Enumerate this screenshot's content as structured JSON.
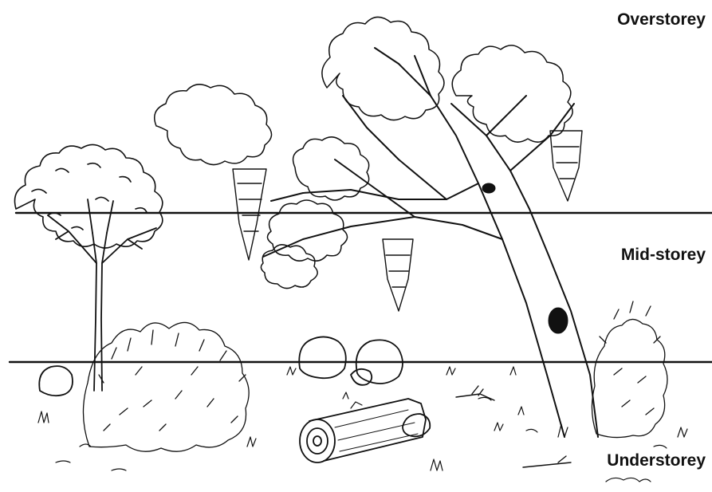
{
  "layers": {
    "overstorey": "Overstorey",
    "midstorey": "Mid-storey",
    "understorey": "Understorey"
  },
  "colors": {
    "ink": "#111111",
    "background": "#ffffff"
  },
  "icons": {
    "tall_tree": "tree-icon",
    "leaning_tree": "tree-icon",
    "shrub": "shrub-icon",
    "log": "log-icon",
    "rocks": "rock-icon"
  }
}
